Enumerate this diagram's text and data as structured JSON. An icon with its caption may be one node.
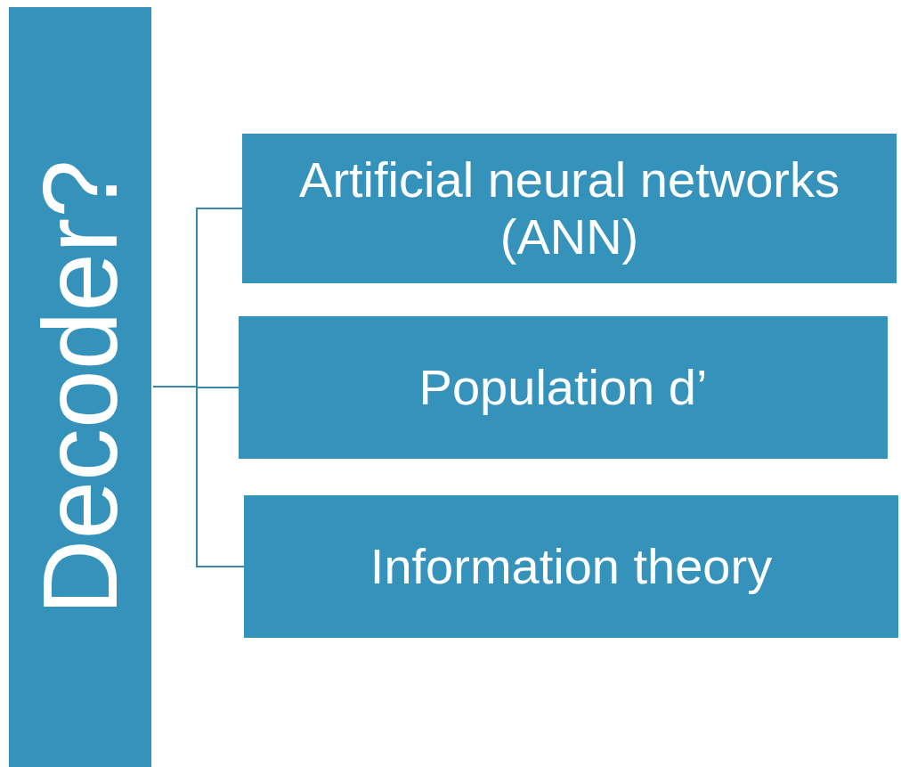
{
  "diagram": {
    "nodes": [
      {
        "text": [
          "Decoder?"
        ]
      },
      {
        "text": [
          "Artificial neural networks (ANN)"
        ]
      },
      {
        "text": [
          "Population d’"
        ]
      },
      {
        "text": [
          "Information theory"
        ]
      }
    ],
    "edges": [
      {
        "from": 0,
        "to": 1,
        "arrow": "none"
      },
      {
        "from": 0,
        "to": 2,
        "arrow": "none"
      },
      {
        "from": 0,
        "to": 3,
        "arrow": "none"
      }
    ]
  }
}
